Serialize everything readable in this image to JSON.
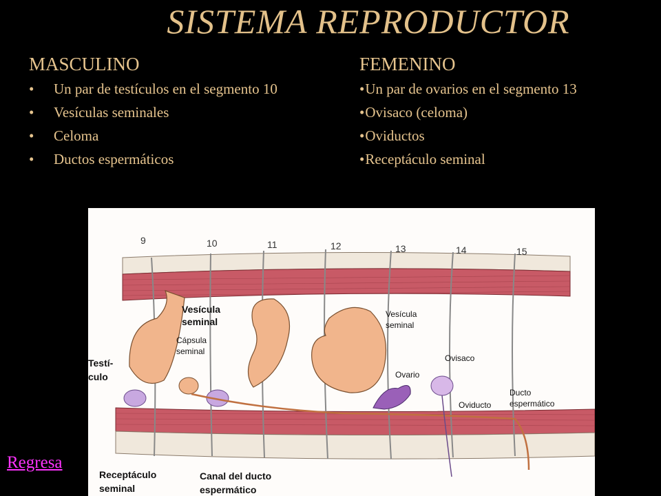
{
  "title": "SISTEMA REPRODUCTOR",
  "masculino": {
    "heading": "MASCULINO",
    "items": [
      {
        "label": "Un par de testículos en el segmento 10"
      },
      {
        "label": "Vesículas seminales"
      },
      {
        "label": "Celoma"
      },
      {
        "label": "Ductos espermáticos"
      }
    ]
  },
  "femenino": {
    "heading": "FEMENINO",
    "items": [
      {
        "label": "Un par de ovarios en el segmento 13"
      },
      {
        "label": "Ovisaco (celoma)"
      },
      {
        "label": "Oviductos"
      },
      {
        "label": "Receptáculo seminal"
      }
    ]
  },
  "bullet": "•",
  "regresa_link": "Regresa",
  "diagram": {
    "segments": [
      "9",
      "10",
      "11",
      "12",
      "13",
      "14",
      "15"
    ],
    "labels": {
      "vesicula_seminal_1_a": "Vesícula",
      "vesicula_seminal_1_b": "seminal",
      "capsula_a": "Cápsula",
      "capsula_b": "seminal",
      "testiculo_a": "Testí-",
      "testiculo_b": "culo",
      "vesicula_seminal_2_a": "Vesícula",
      "vesicula_seminal_2_b": "seminal",
      "ovario": "Ovario",
      "ovisaco": "Ovisaco",
      "oviducto": "Oviducto",
      "ducto_esp_a": "Ducto",
      "ducto_esp_b": "espermático",
      "receptaculo_a": "Receptáculo",
      "receptaculo_b": "seminal",
      "canal_a": "Canal del ducto",
      "canal_b": "espermático"
    }
  },
  "colors": {
    "background": "#000000",
    "text": "#e6c48e",
    "link": "#ff33ff",
    "muscle": "#c0505f",
    "vesicle": "#f1b58c",
    "ovary": "#a070c0"
  }
}
